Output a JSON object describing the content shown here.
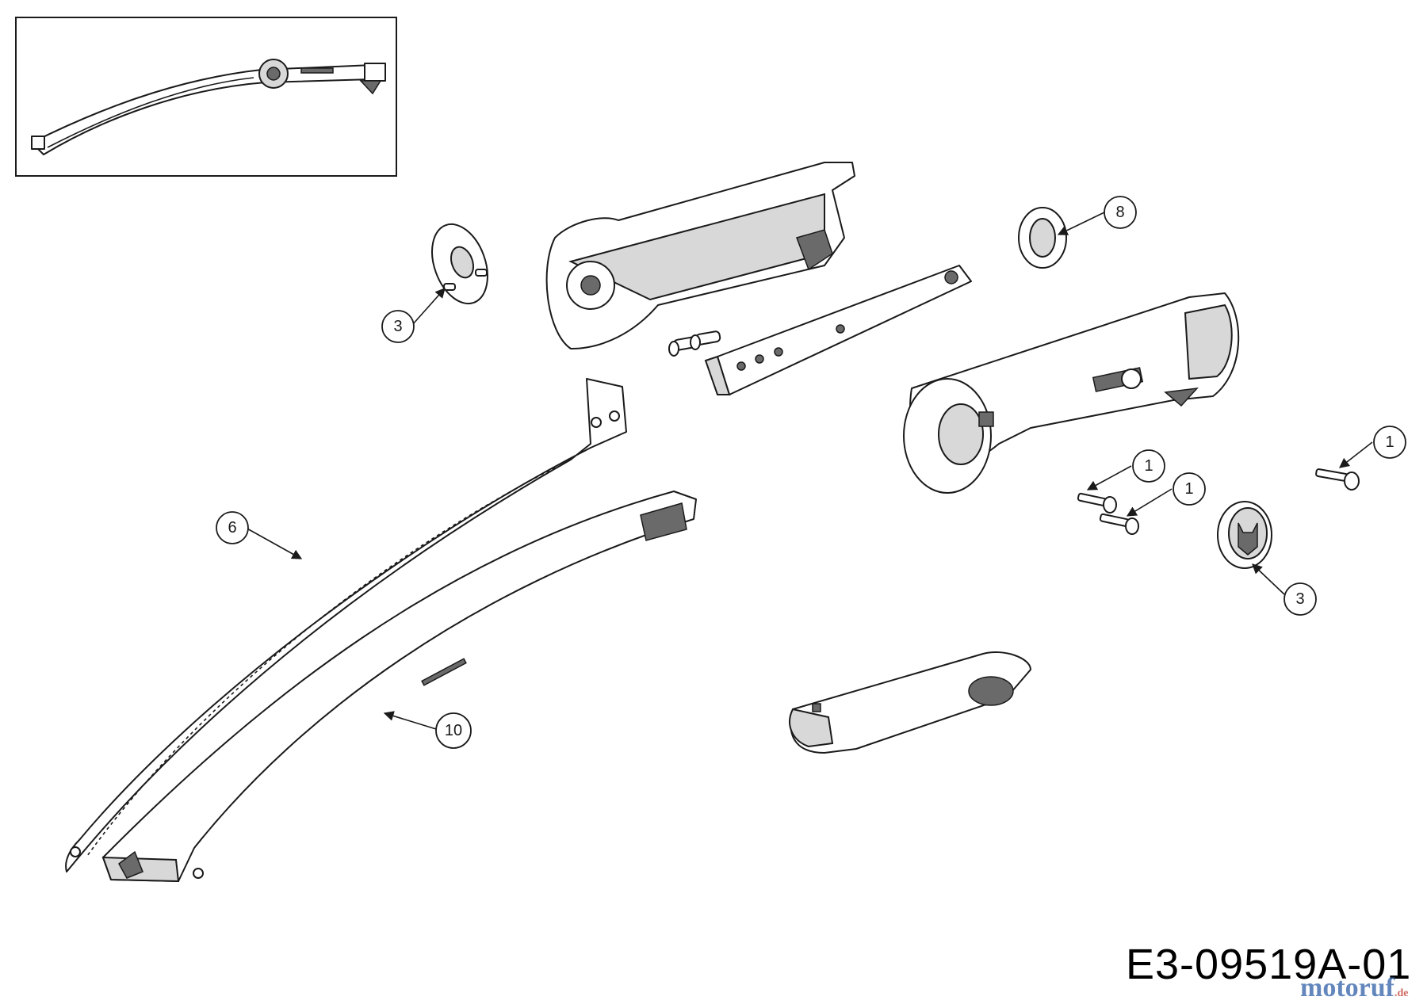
{
  "callouts": [
    {
      "label": "1"
    },
    {
      "label": "1"
    },
    {
      "label": "1"
    },
    {
      "label": "3"
    },
    {
      "label": "3"
    },
    {
      "label": "6"
    },
    {
      "label": "8"
    },
    {
      "label": "10"
    }
  ],
  "drawing_number": "E3-09519A-01",
  "watermark": {
    "name": "motoruf",
    "suffix": ".de"
  }
}
